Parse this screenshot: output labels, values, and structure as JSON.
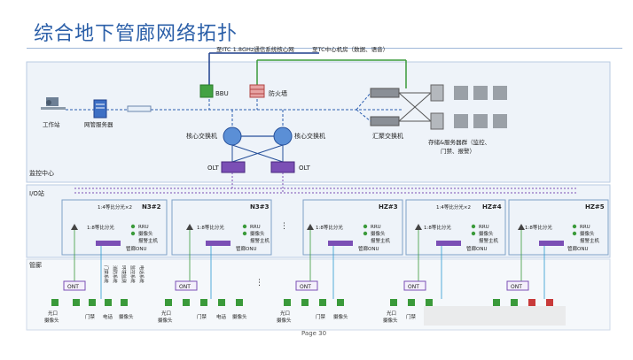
{
  "page": {
    "title": "综合地下管廊网络拓扑",
    "page_number": "Page 30"
  },
  "uplinks": {
    "left": "至ITC 1.8GHz通信系统核心网",
    "right": "至TC中心机房（数据、语音）"
  },
  "monitoring_center": {
    "label": "监控中心",
    "workstation": "工作站",
    "nms": "网管服务器",
    "bbu": "BBU",
    "firewall": "防火墙",
    "core_switch_left": "核心交换机",
    "core_switch_right": "核心交换机",
    "olt_left": "OLT",
    "olt_right": "OLT",
    "agg_switch": "汇聚交换机",
    "storage_line1": "存储&服务器群（监控、",
    "storage_line2": "门禁、报警）"
  },
  "io_station": {
    "label": "I/O站",
    "zones": [
      {
        "name": "N3#2",
        "splitter_top": "1:4等比分光×2",
        "splitter_mid": "1:8等比分光"
      },
      {
        "name": "N3#3",
        "splitter_top": "",
        "splitter_mid": "1:8等比分光"
      },
      {
        "name": "HZ#3",
        "splitter_top": "",
        "splitter_mid": "1:8等比分光"
      },
      {
        "name": "HZ#4",
        "splitter_top": "1:4等比分光×2",
        "splitter_mid": "1:8等比分光"
      },
      {
        "name": "HZ#5",
        "splitter_top": "",
        "splitter_mid": "1:8等比分光"
      }
    ],
    "legend": [
      "RRU",
      "摄像头",
      "报警主机",
      "管廊ONU"
    ]
  },
  "pipe_gallery": {
    "label": "管廊",
    "ont": "ONT",
    "bottom_labels": [
      "光口",
      "摄像头",
      "门禁",
      "门禁",
      "电话",
      "摄像头"
    ],
    "vertical_labels": [
      "门禁系统",
      "消防系统",
      "环境监测",
      "监控系统",
      "电话系统"
    ],
    "ellipsis": "⋮"
  }
}
